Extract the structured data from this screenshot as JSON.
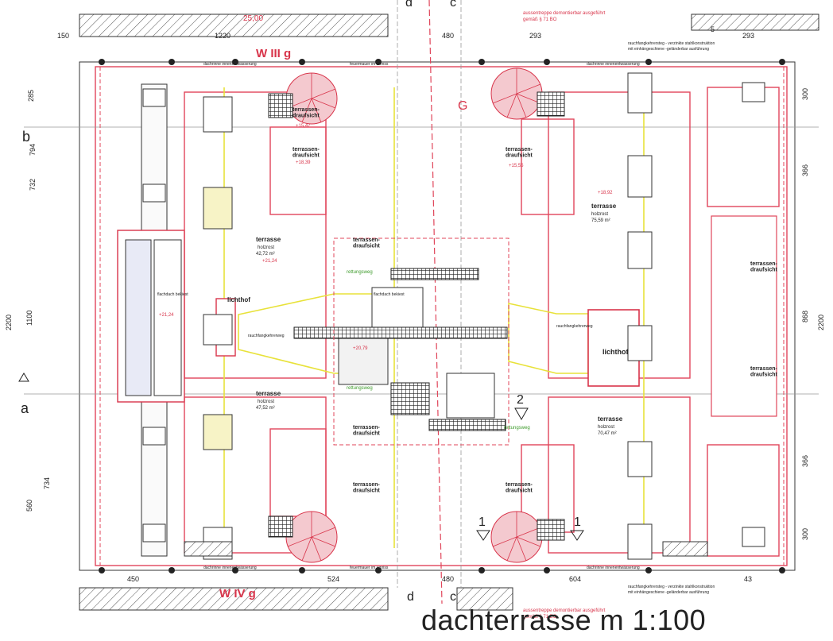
{
  "title": "dachterrasse  m 1:100",
  "top_dims": {
    "total": "25,00",
    "d150": "150",
    "d1220": "1220",
    "d480": "480",
    "d293": "293",
    "d5": "5",
    "d293b": "293"
  },
  "bottom_dims": {
    "d450": "450",
    "d524": "524",
    "d480": "480",
    "d604": "604",
    "d43": "43"
  },
  "left_dims": {
    "d2200": "2200",
    "d1100": "1100",
    "d560": "560",
    "d734": "734",
    "d732": "732",
    "d794": "794",
    "d285": "285"
  },
  "right_dims": {
    "d300": "300",
    "d366": "366",
    "d2200": "2200",
    "d868": "868",
    "d366b": "366",
    "d300b": "300"
  },
  "axes": {
    "a": "a",
    "b": "b",
    "c": "c",
    "d": "d",
    "g": "G",
    "one": "1",
    "two": "2"
  },
  "red_labels": {
    "w3": "W III g",
    "w4": "W IV g"
  },
  "notes": {
    "aussentreppe_top": "aussentreppe demontierbar ausgeführt",
    "aussentreppe_top2": "gemäß § 71 BO",
    "aussentreppe_bot": "aussentreppe demontierbar ausgeführt",
    "aussentreppe_bot2": "gemäß § 71 BO",
    "rauchfang_top": "rauchfangkehrersteg - verzinkte stahlkonstruktion",
    "rauchfang_top2": "mit einhängeschiene -geländerbar ausführung",
    "rauchfang_bot": "rauchfangkehrersteg - verzinkte stahlkonstruktion",
    "rauchfang_bot2": "mit einhängeschiene -geländerbar ausführung",
    "dachrinne": "dachrinne innenentwässerung",
    "feuermauer": "feuermauer im umriss"
  },
  "rooms": {
    "terrasse_l1": "terrasse",
    "holzrost_l1": "holzrost",
    "area_l1": "42,72 m²",
    "terrasse_l2": "terrasse",
    "holzrost_l2": "holzrost",
    "area_l2": "47,52 m²",
    "terrasse_r1": "terrasse",
    "holzrost_r1": "holzrost",
    "area_r1": "75,59 m²",
    "terrasse_r2": "terrasse",
    "holzrost_r2": "holzrost",
    "area_r2": "70,47 m²",
    "draufsicht": "terrassen-\ndraufsicht",
    "lichthof": "lichthof",
    "flachdach": "flachdach bekiest",
    "rettungsweg": "rettungsweg",
    "rauchweg": "rauchfangkehrerweg"
  },
  "levels": {
    "l1": "+21,24",
    "l2": "+15,47",
    "l3": "+18,39",
    "l4": "+15,55",
    "l5": "+18,92",
    "l6": "+20,79",
    "l7": "+21,24"
  }
}
